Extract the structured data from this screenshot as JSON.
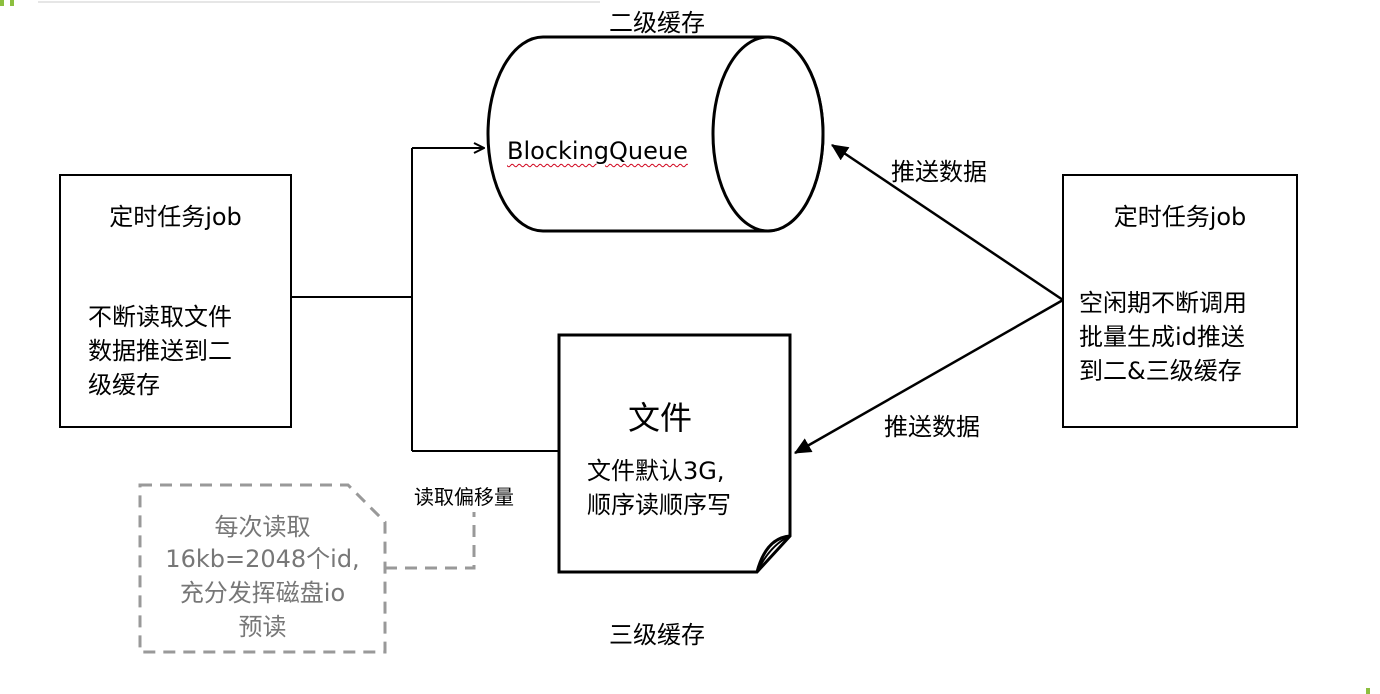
{
  "colors": {
    "stroke": "#000000",
    "note_stroke": "#999999",
    "note_text": "#777777",
    "spellcheck": "#d0021b",
    "corner_mark": "#8cbf3f"
  },
  "level2": {
    "title": "二级缓存",
    "queue_label": "BlockingQueue"
  },
  "level3": {
    "title": "三级缓存",
    "file_title": "文件",
    "file_desc_line1": "文件默认3G,",
    "file_desc_line2": "顺序读顺序写"
  },
  "left_job": {
    "title": "定时任务job",
    "line1": "不断读取文件",
    "line2": "数据推送到二",
    "line3": "级缓存"
  },
  "right_job": {
    "title": "定时任务job",
    "line1": "空闲期不断调用",
    "line2": "批量生成id推送",
    "line3": "到二&三级缓存"
  },
  "arrows": {
    "push_top": "推送数据",
    "push_bottom": "推送数据",
    "read_offset": "读取偏移量"
  },
  "note": {
    "line1": "每次读取",
    "line2": "16kb=2048个id,",
    "line3": "充分发挥磁盘io",
    "line4": "预读"
  }
}
